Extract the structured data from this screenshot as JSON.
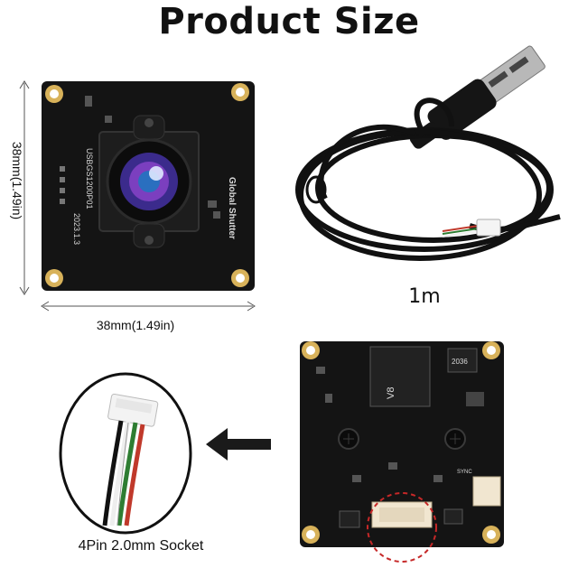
{
  "title": "Product Size",
  "dimensions": {
    "height_label": "38mm(1.49in)",
    "width_label": "38mm(1.49in)"
  },
  "cable": {
    "length_label": "1m"
  },
  "board_front": {
    "model_text": "USBGS1200P01",
    "date_text": "2023.1.3",
    "silk_text": "Global Shutter"
  },
  "board_back": {
    "chip_text": "V8",
    "ic_text": "2036",
    "sync_text": "SYNC"
  },
  "connector": {
    "label": "4Pin 2.0mm Socket"
  },
  "colors": {
    "pcb": "#141414",
    "pad": "#d8b25a",
    "highlight": "#c62828",
    "wire_red": "#c0392b",
    "wire_green": "#2e7d32",
    "wire_white": "#eeeeee",
    "wire_black": "#111111"
  }
}
